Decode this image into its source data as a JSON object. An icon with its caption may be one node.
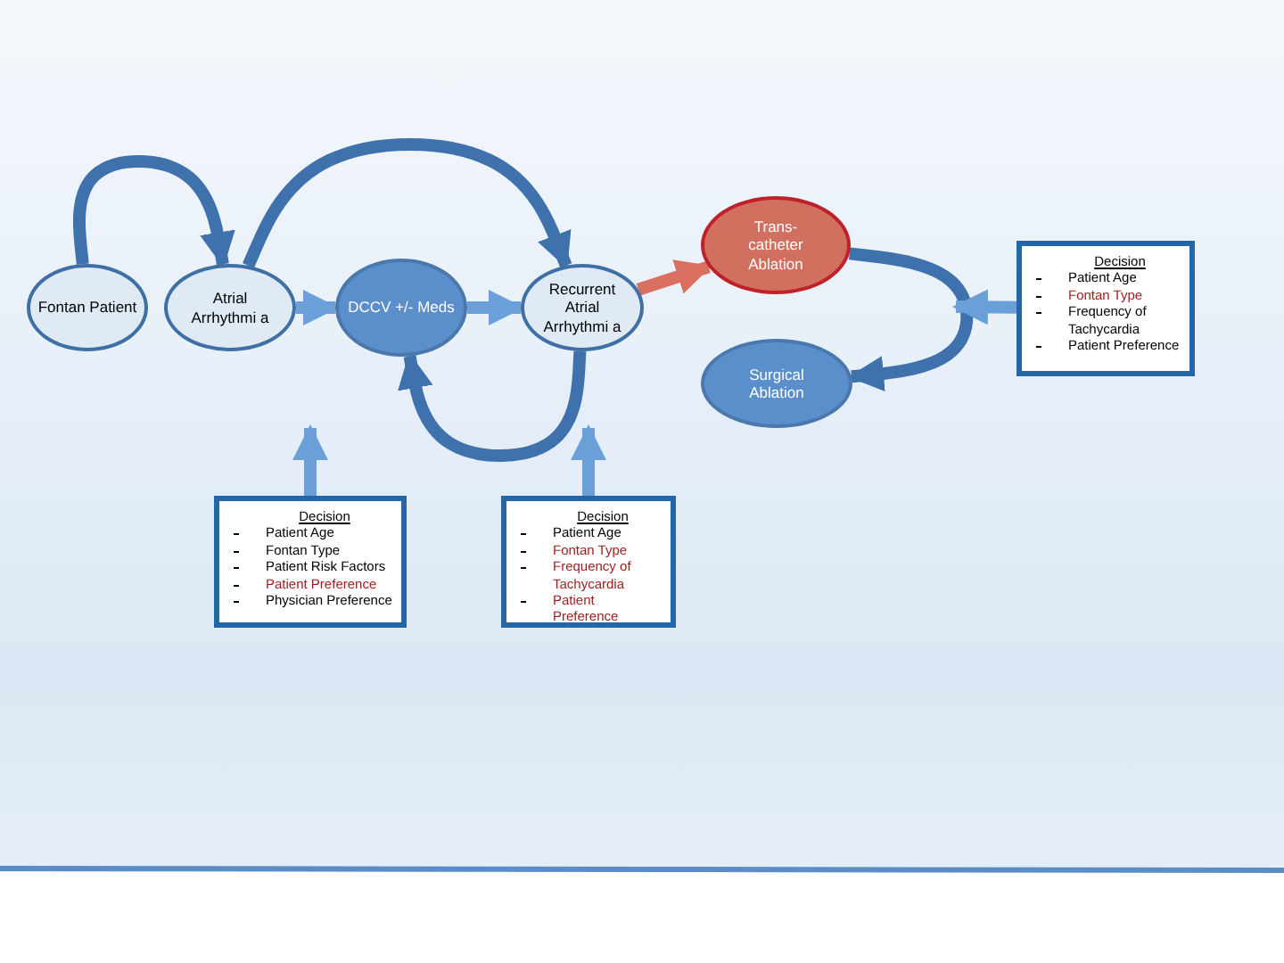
{
  "diagram": {
    "nodes": [
      {
        "text": [
          "Fontan Patient"
        ]
      },
      {
        "text": [
          "Atrial Arrhythmi a"
        ]
      },
      {
        "text": [
          "DCCV +/- Meds"
        ]
      },
      {
        "text": [
          "Recurrent Atrial Arrhythmi a"
        ]
      },
      {
        "text": [
          "Trans- catheter Ablation"
        ]
      },
      {
        "text": [
          "Surgical Ablation"
        ]
      },
      {
        "text": [
          "Decision",
          "Patient Age",
          "Fontan Type",
          "Frequency of Tachycardia",
          "Patient Preference"
        ]
      },
      {
        "text": [
          "Decision",
          "Patient Age",
          "Fontan Type",
          "Patient Risk Factors",
          "Patient Preference",
          "Physician Preference"
        ]
      },
      {
        "text": [
          "Decision",
          "Patient Age",
          "Fontan Type",
          "Frequency of Tachycardia",
          "Patient Preference"
        ]
      }
    ],
    "edges": [
      {
        "from": 0,
        "to": 1,
        "arrow": "to"
      },
      {
        "from": 1,
        "to": 2,
        "arrow": "to",
        "color": "#6a9fd8"
      },
      {
        "from": 2,
        "to": 3,
        "arrow": "to",
        "color": "#6a9fd8"
      },
      {
        "from": 1,
        "to": 3,
        "arrow": "to"
      },
      {
        "from": 3,
        "to": 2,
        "arrow": "to"
      },
      {
        "from": 3,
        "to": 4,
        "arrow": "to",
        "color": "#d9705f"
      },
      {
        "from": 4,
        "to": 5,
        "arrow": "to"
      },
      {
        "from": 6,
        "to": null,
        "arrow": "to",
        "color": "#6a9fd8"
      },
      {
        "from": 7,
        "to": null,
        "arrow": "to",
        "color": "#6a9fd8"
      },
      {
        "from": 8,
        "to": null,
        "arrow": "to",
        "color": "#6a9fd8"
      }
    ]
  }
}
